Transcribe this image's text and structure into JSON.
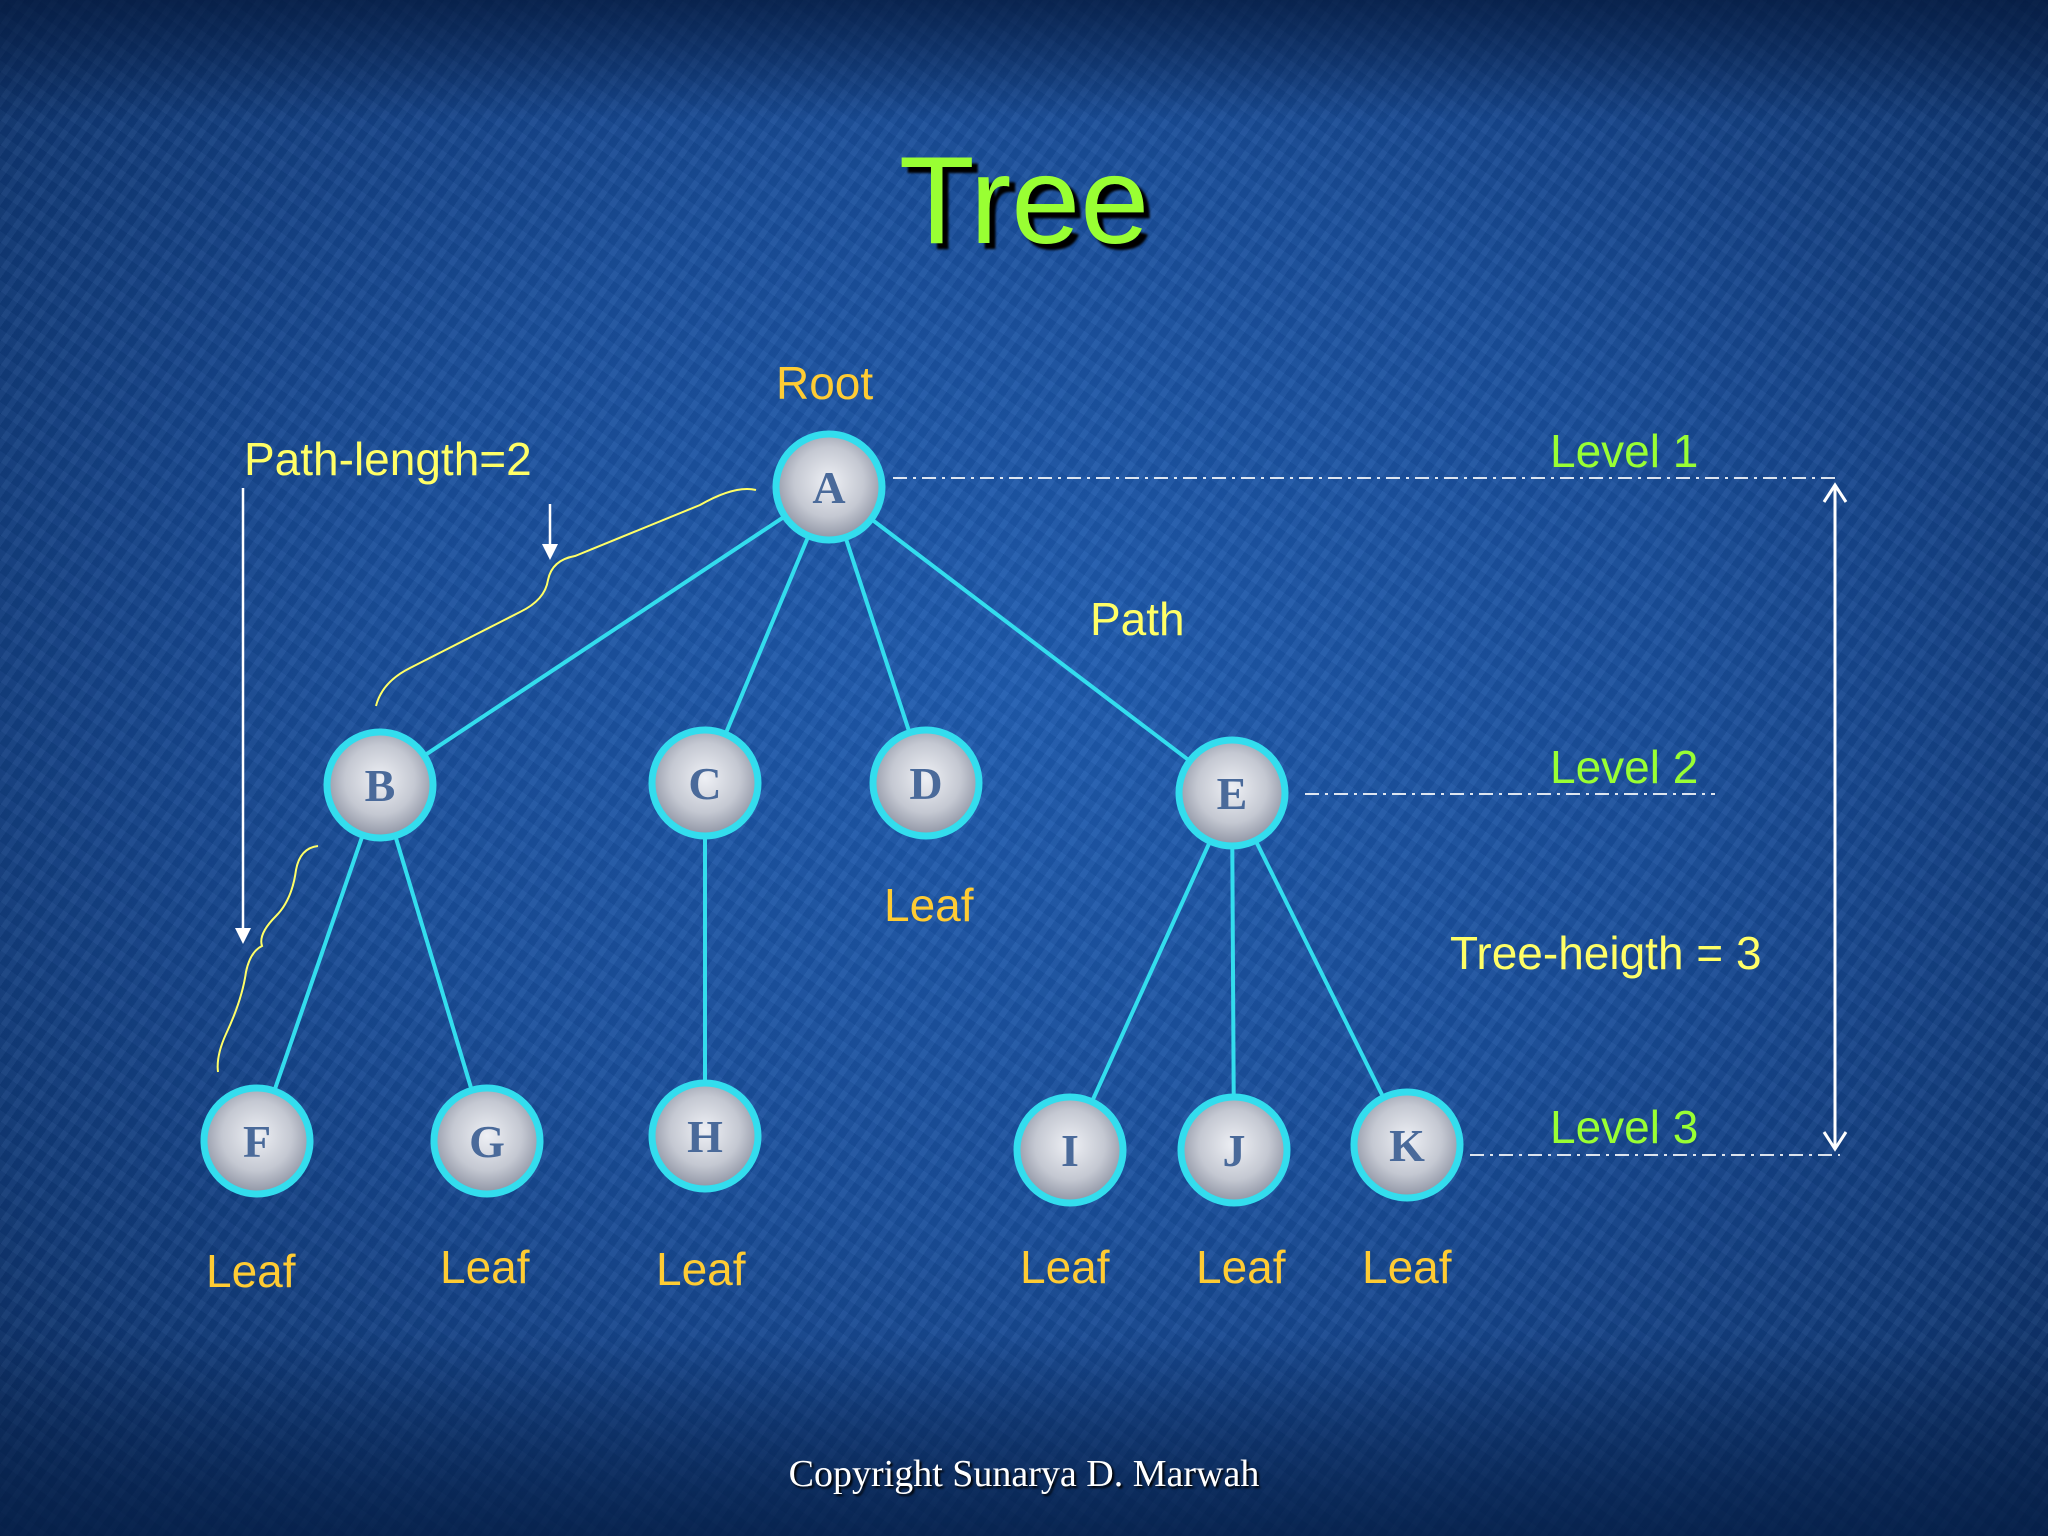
{
  "slide": {
    "title": "Tree",
    "copyright": "Copyright  Sunarya D. Marwah"
  },
  "labels": {
    "root": "Root",
    "path": "Path",
    "path_length": "Path-length=2",
    "tree_height": "Tree-heigth = 3",
    "level1": "Level 1",
    "level2": "Level 2",
    "level3": "Level 3",
    "leaf": "Leaf"
  },
  "nodes": [
    "A",
    "B",
    "C",
    "D",
    "E",
    "F",
    "G",
    "H",
    "I",
    "J",
    "K"
  ],
  "edges": [
    [
      "A",
      "B"
    ],
    [
      "A",
      "C"
    ],
    [
      "A",
      "D"
    ],
    [
      "A",
      "E"
    ],
    [
      "B",
      "F"
    ],
    [
      "B",
      "G"
    ],
    [
      "C",
      "H"
    ],
    [
      "E",
      "I"
    ],
    [
      "E",
      "J"
    ],
    [
      "E",
      "K"
    ]
  ],
  "colors": {
    "edge": "#33ddee",
    "node_ring": "#33ddee",
    "node_fill": "#c8ccd6",
    "letter": "#4a6a9a",
    "title": "#99ff33",
    "annotation": "#ffcc33"
  }
}
